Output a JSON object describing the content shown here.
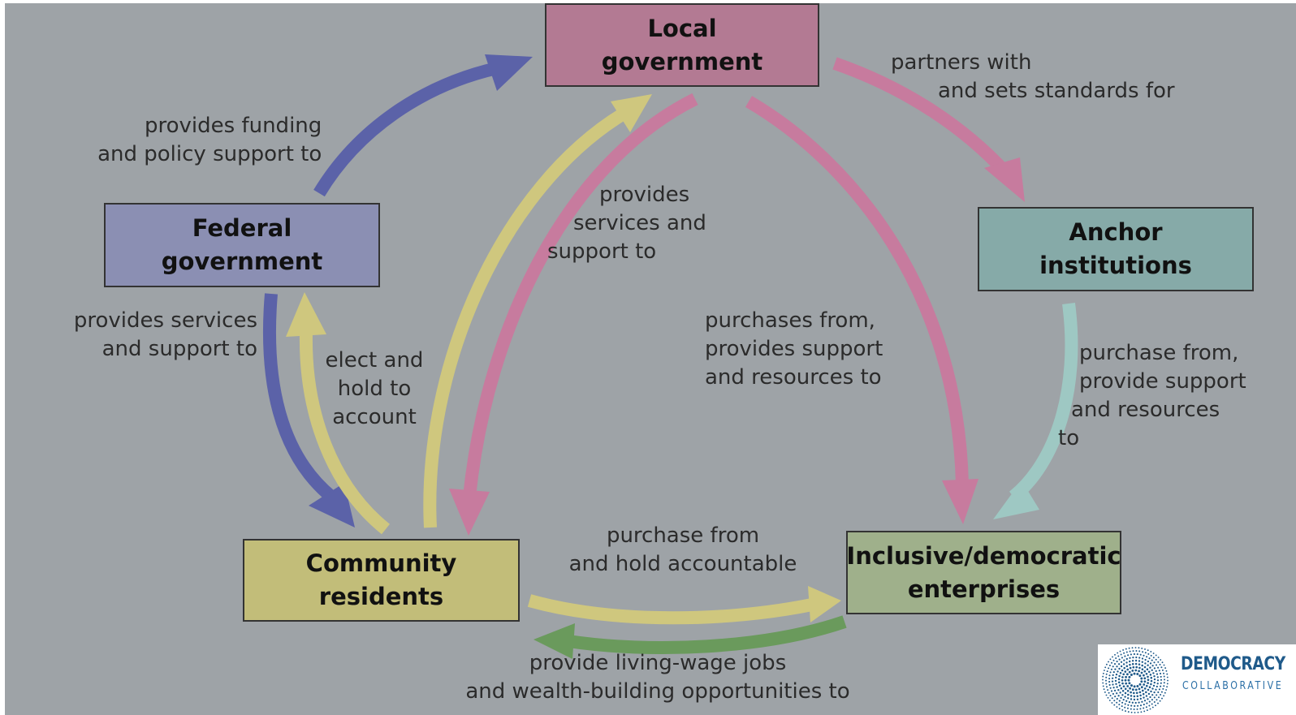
{
  "nodes": {
    "local_government": {
      "line1": "Local",
      "line2": "government",
      "color": "#b37a93"
    },
    "federal_government": {
      "line1": "Federal",
      "line2": "government",
      "color": "#8b8fb3"
    },
    "anchor_institutions": {
      "line1": "Anchor",
      "line2": "institutions",
      "color": "#86aaa8"
    },
    "community_residents": {
      "line1": "Community",
      "line2": "residents",
      "color": "#c2bd79"
    },
    "inclusive_enterprises": {
      "line1": "Inclusive/democratic",
      "line2": "enterprises",
      "color": "#9fb08b"
    }
  },
  "edges": {
    "federal_to_local": {
      "lines": [
        "provides funding",
        "and policy support to"
      ],
      "color": "#5b62a8"
    },
    "local_to_anchor": {
      "lines": [
        "partners with",
        "and sets standards for"
      ],
      "color": "#c77b9e"
    },
    "local_to_residents": {
      "lines": [
        "provides",
        "services and",
        "support to"
      ],
      "color": "#c77b9e"
    },
    "local_to_enterprises": {
      "lines": [
        "purchases from,",
        "provides support",
        "and resources to"
      ],
      "color": "#c77b9e"
    },
    "federal_to_residents": {
      "lines": [
        "provides services",
        "and support to"
      ],
      "color": "#5b62a8"
    },
    "residents_to_federal": {
      "lines": [
        "elect and",
        "hold to",
        "account"
      ],
      "color": "#cfc77e"
    },
    "residents_to_local": {
      "color": "#cfc77e"
    },
    "anchor_to_enterprises": {
      "lines": [
        "purchase from,",
        "provide support",
        "and resources",
        "to"
      ],
      "color": "#9ec8c3"
    },
    "residents_to_enterprises": {
      "lines": [
        "purchase from",
        "and hold accountable"
      ],
      "color": "#cfc77e"
    },
    "enterprises_to_residents": {
      "lines": [
        "provide living-wage jobs",
        "and wealth-building opportunities to"
      ],
      "color": "#6a9a5c"
    }
  },
  "logo": {
    "name": "DEMOCRACY",
    "sub": "COLLABORATIVE",
    "color": "#1f5a8a"
  }
}
